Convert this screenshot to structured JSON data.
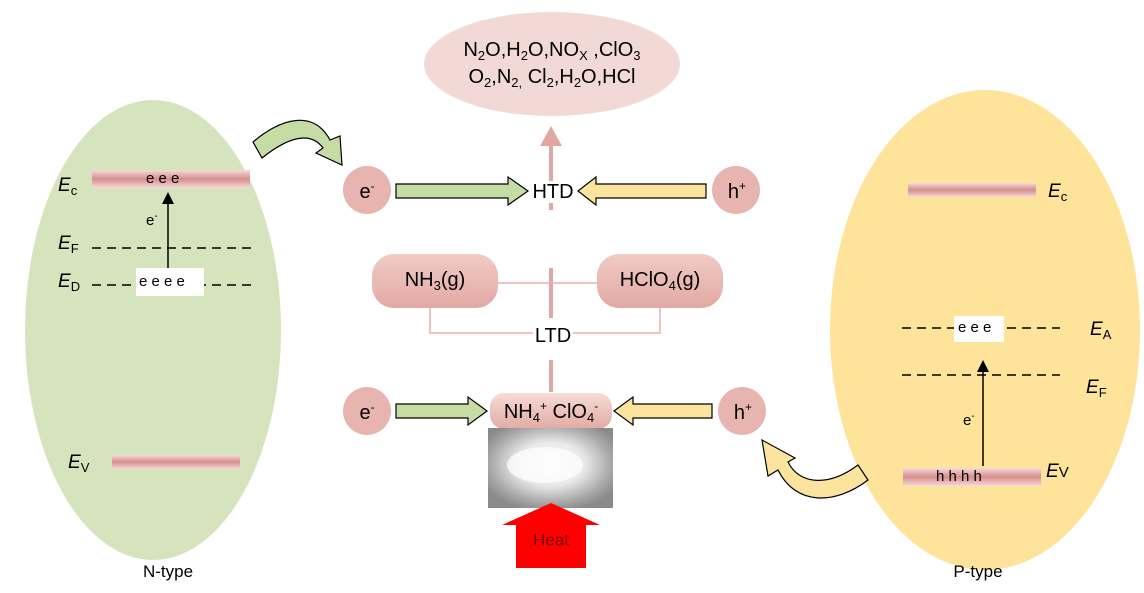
{
  "n_type": {
    "label": "N-type",
    "ec": {
      "sym": "E",
      "sub": "c"
    },
    "ef": {
      "sym": "E",
      "sub": "F"
    },
    "ed": {
      "sym": "E",
      "sub": "D"
    },
    "ev": {
      "sym": "E",
      "sub": "V"
    },
    "cb_electrons": "e e e",
    "donor_electrons": "e e e e",
    "transition_label": "e"
  },
  "p_type": {
    "label": "P-type",
    "ec": {
      "sym": "E",
      "sub": "c"
    },
    "ea": {
      "sym": "E",
      "sub": "A"
    },
    "ef": {
      "sym": "E",
      "sub": "F"
    },
    "ev": {
      "sym": "E",
      "sub": "V"
    },
    "acceptor_electrons": "e e e",
    "vb_holes": "h h h h",
    "transition_label": "e"
  },
  "center": {
    "products_line1": [
      "N",
      "2",
      "O,H",
      "2",
      "O,NO",
      "X",
      " ,ClO",
      "3"
    ],
    "products_line2": [
      "O",
      "2",
      ",N",
      "2,",
      " Cl",
      "2",
      ",H",
      "2",
      "O,HCl"
    ],
    "htd": "HTD",
    "ltd": "LTD",
    "nh3": {
      "base": "NH",
      "sub": "3",
      "tail": "(g)"
    },
    "hclo4": {
      "base": "HClO",
      "sub": "4",
      "tail": "(g)"
    },
    "ap": {
      "a": "NH",
      "a_sub": "4",
      "a_sup": "+",
      "b": " ClO",
      "b_sub": "4",
      "b_sup": "-"
    },
    "electron": "e",
    "electron_sup": "-",
    "hole": "h",
    "hole_sup": "+",
    "heat": "Heat"
  },
  "colors": {
    "n_region": "#d6e4bd",
    "p_region": "#fee39a",
    "carrier_circle": "#e8b4b0",
    "product_ellipse": "#f2d9d6",
    "pill": "#e9b8b2",
    "flow_arrow": "#e0a7a3",
    "green_arrow": "#c5dca4",
    "yellow_arrow": "#fde49e",
    "heat_arrow": "#ff0000"
  }
}
